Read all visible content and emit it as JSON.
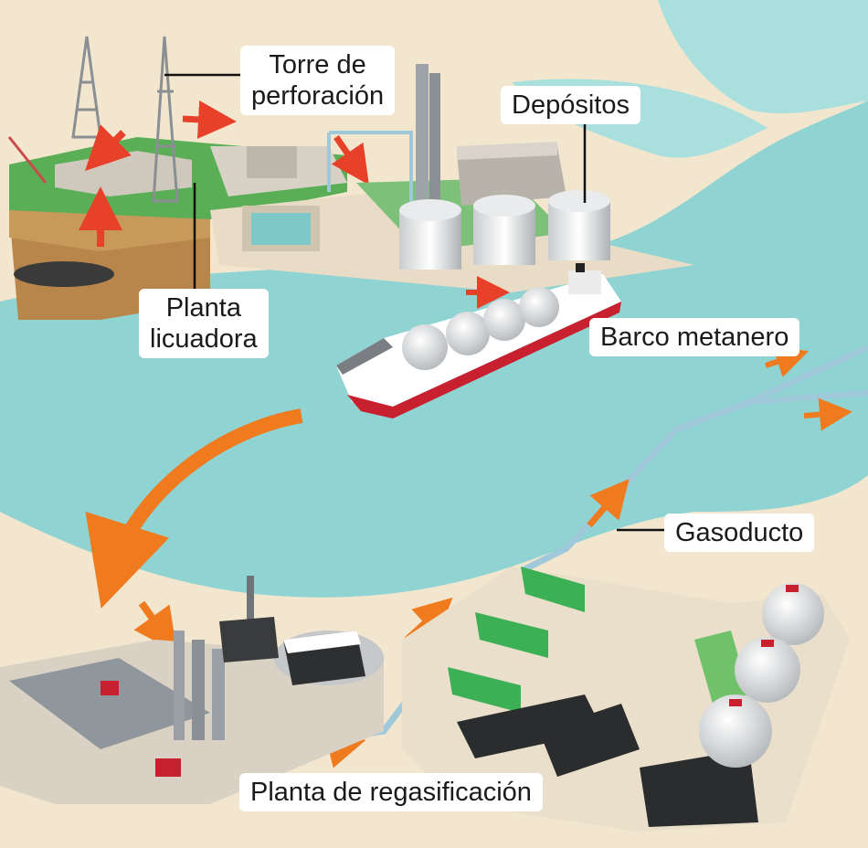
{
  "labels": {
    "drilling_tower": "Torre de perforación",
    "drilling_tower_line1": "Torre de",
    "drilling_tower_line2": "perforación",
    "tanks": "Depósitos",
    "liquefaction_line1": "Planta",
    "liquefaction_line2": "licuadora",
    "lng_ship": "Barco metanero",
    "pipeline": "Gasoducto",
    "regasification_plant": "Planta de regasificación"
  },
  "colors": {
    "sea": "#8fd3d3",
    "land": "#f3e6cf",
    "arrow": "#f07a1e",
    "pipe": "#9fc9da",
    "hull_red": "#c8202e",
    "green_roof": "#3cb054"
  }
}
